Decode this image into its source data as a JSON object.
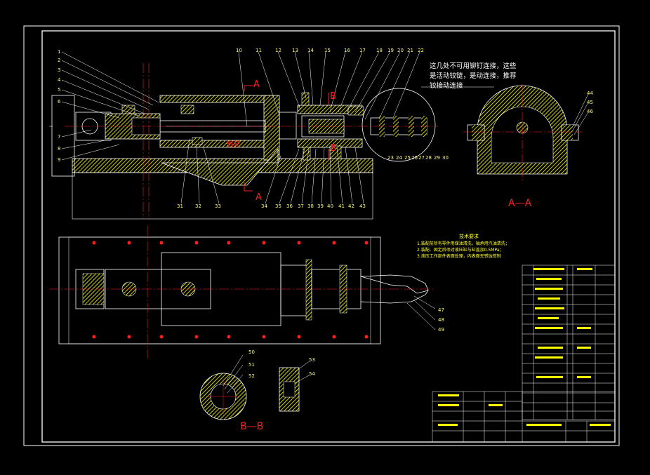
{
  "colors": {
    "background": "#000000",
    "frame": "#ffffff",
    "outline": "#ffffff",
    "hatch": "#ffff00",
    "centerline": "#ff2020",
    "leader": "#ffffff",
    "callout": "#ffff66",
    "section_label": "#ff2020"
  },
  "labels": {
    "section_a_top": "A",
    "section_a_bottom": "A",
    "section_b_top": "B",
    "section_b_bottom": "B",
    "cut_open": "剖开",
    "view_aa": "A—A",
    "view_bb": "B—B",
    "annotation_note": "这几处不可用铆钉连接，这些是活动铰链，是动连接，推荐铰接动连接",
    "tech_title": "技术要求",
    "tech_1": "1.装配前所有零件用煤油清洗，轴承用汽油清洗；",
    "tech_2": "2.装配、固定后须对液压缸与缸盖加0.5MPa；",
    "tech_3": "3.液压工作部件表面处理，内表面无锈蚀钳制"
  },
  "callouts": {
    "left": [
      "1",
      "2",
      "3",
      "4",
      "5",
      "6",
      "7",
      "8",
      "9"
    ],
    "top": [
      "10",
      "11",
      "12",
      "13",
      "14",
      "15",
      "16",
      "17",
      "18",
      "19",
      "20",
      "21",
      "22"
    ],
    "detail_bottom": [
      "23",
      "24",
      "25",
      "26",
      "27",
      "28",
      "29",
      "30"
    ],
    "bottom": [
      "31",
      "32",
      "33",
      "34",
      "35",
      "36",
      "37",
      "38",
      "39",
      "40",
      "41",
      "42",
      "43"
    ],
    "right_view": [
      "44",
      "45",
      "46"
    ],
    "plan_right": [
      "47",
      "48",
      "49"
    ],
    "section_bb": [
      "50",
      "51",
      "52"
    ],
    "part_detail": [
      "53",
      "54"
    ]
  }
}
